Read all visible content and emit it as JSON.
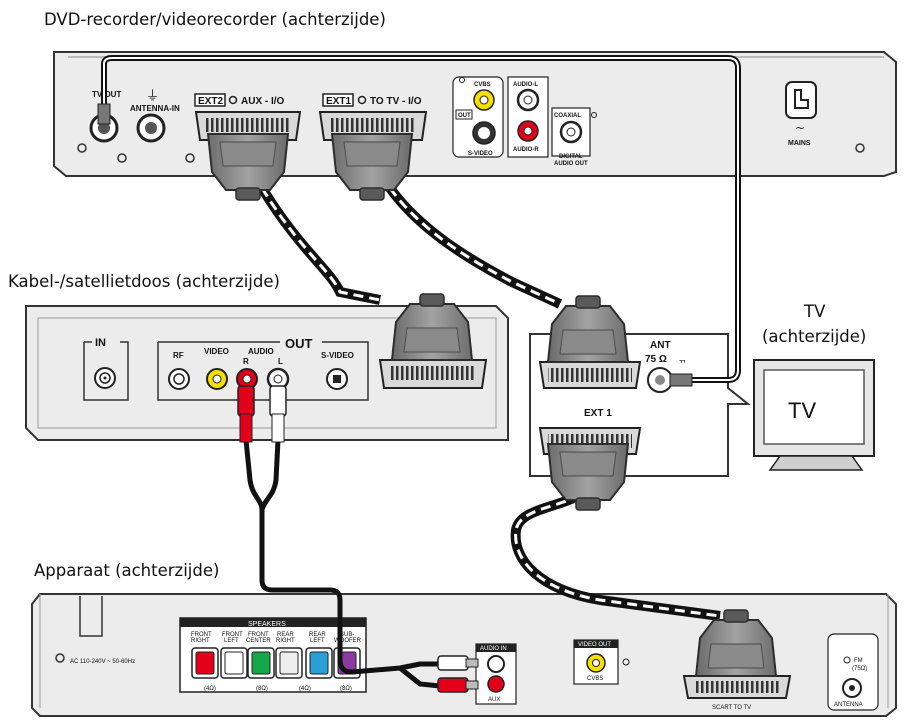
{
  "captions": {
    "dvd": "DVD-recorder/videorecorder (achterzijde)",
    "box": "Kabel-/satellietdoos (achterzijde)",
    "tv_title": "TV",
    "tv_sub": "(achterzijde)",
    "apparaat": "Apparaat (achterzijde)"
  },
  "dvd_panel": {
    "rf_out": "TV-OUT",
    "antenna_in": "ANTENNA-IN",
    "ext2": "EXT2",
    "ext2_desc": "AUX - I/O",
    "ext1": "EXT1",
    "ext1_desc": "TO TV - I/O",
    "cvbs": "CVBS",
    "out": "OUT",
    "s_video": "S-VIDEO",
    "audio_l": "AUDIO-L",
    "audio_r": "AUDIO-R",
    "coaxial": "COAXIAL",
    "digital": "DIGITAL",
    "audio_out": "AUDIO OUT",
    "mains": "MAINS"
  },
  "box_panel": {
    "in": "IN",
    "out": "OUT",
    "rf": "RF",
    "video": "VIDEO",
    "audio": "AUDIO",
    "r": "R",
    "l": "L",
    "s_video": "S-VIDEO"
  },
  "tv_panel": {
    "ant": "ANT",
    "ant_ohm": "75 Ω",
    "ext1": "EXT 1",
    "screen": "TV"
  },
  "apparaat_panel": {
    "speakers": "SPEAKERS",
    "sp1a": "FRONT",
    "sp1b": "RIGHT",
    "sp2a": "FRONT",
    "sp2b": "LEFT",
    "sp3a": "FRONT",
    "sp3b": "CENTER",
    "sp4a": "REAR",
    "sp4b": "RIGHT",
    "sp5a": "REAR",
    "sp5b": "LEFT",
    "sp6a": "SUB-",
    "sp6b": "WOOFER",
    "imp1": "(4Ω)",
    "imp2": "(8Ω)",
    "imp3": "(4Ω)",
    "imp4": "(8Ω)",
    "ac": "AC 110-240V ~ 50-60Hz",
    "audio_in": "AUDIO IN",
    "aux": "AUX",
    "video_out": "VIDEO OUT",
    "cvbs": "CVBS",
    "scart": "SCART TO TV",
    "fm": "FM",
    "fm_ohm": "(75Ω)",
    "antenna": "ANTENNA"
  }
}
